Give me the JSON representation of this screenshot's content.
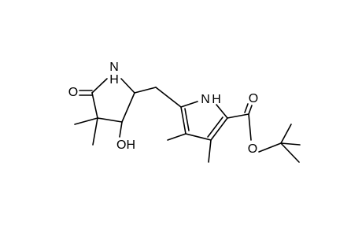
{
  "structure": {
    "atom_labels": {
      "lactam_nh": "N\nH",
      "lactam_o": "O",
      "hydroxyl": "OH",
      "pyrrole_nh": "H",
      "pyrrole_n": "N",
      "ester_o_carbonyl": "O",
      "ester_o_alkyl": "O"
    },
    "colors": {
      "bond": "#000000",
      "label": "#000000",
      "background": "#ffffff"
    }
  }
}
